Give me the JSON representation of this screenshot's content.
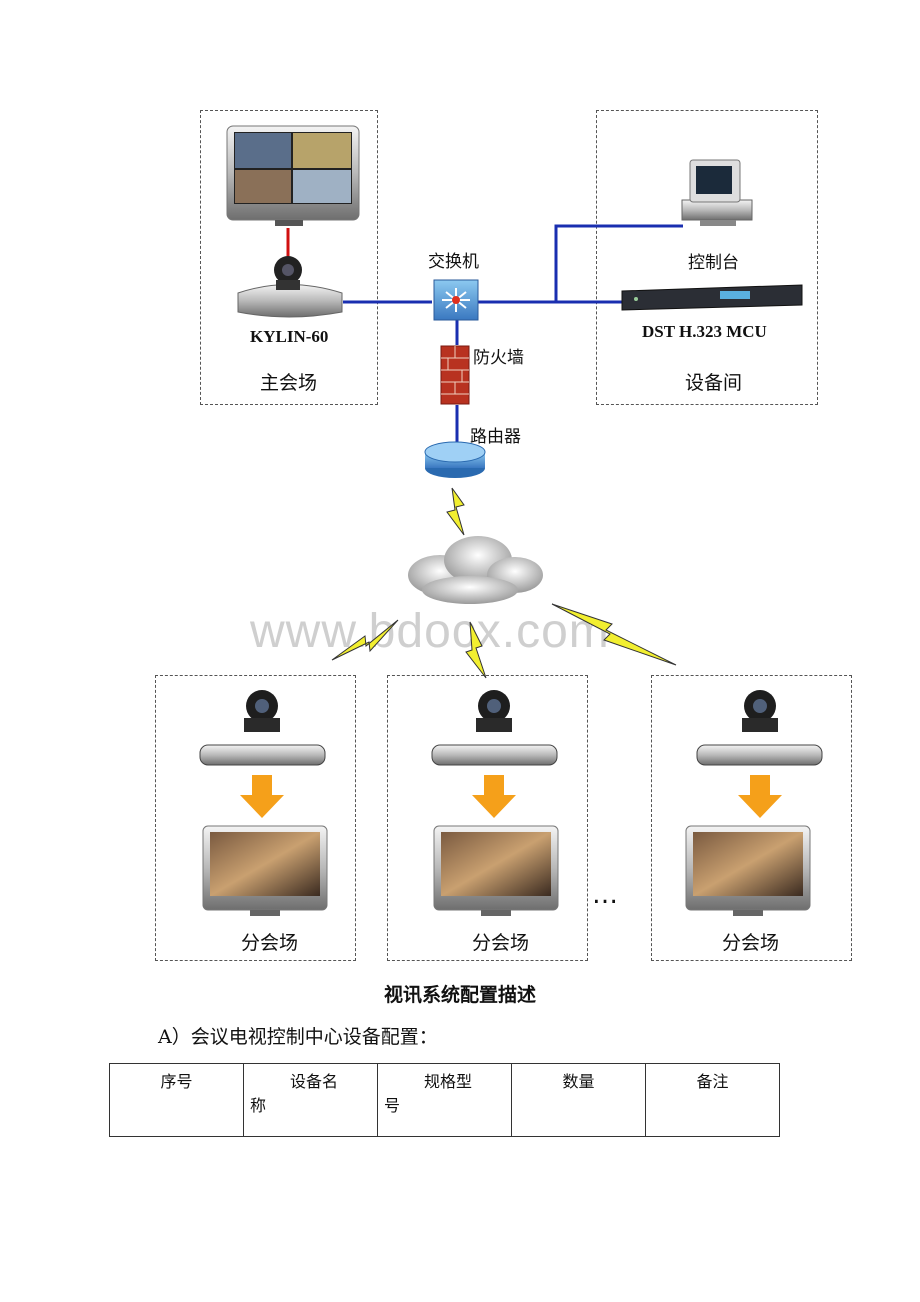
{
  "diagram": {
    "main_site": {
      "device_label": "KYLIN-60",
      "zone_label": "主会场"
    },
    "switch_label": "交换机",
    "firewall_label": "防火墙",
    "router_label": "路由器",
    "equipment_room": {
      "console_label": "控制台",
      "mcu_label": "DST H.323 MCU",
      "zone_label": "设备间"
    },
    "branches": [
      {
        "zone_label": "分会场"
      },
      {
        "zone_label": "分会场"
      },
      {
        "zone_label": "分会场"
      }
    ],
    "ellipsis": "…",
    "watermark": "www.bdocx.com"
  },
  "caption": "视讯系统配置描述",
  "section_heading": "A）会议电视控制中心设备配置：",
  "table": {
    "headers": [
      {
        "line1": "序号",
        "line2": ""
      },
      {
        "line1": "设备名",
        "line2": "称"
      },
      {
        "line1": "规格型",
        "line2": "号"
      },
      {
        "line1": "数量",
        "line2": ""
      },
      {
        "line1": "备注",
        "line2": ""
      }
    ]
  },
  "colors": {
    "network_line": "#1a2fb0",
    "video_link": "#d01010",
    "arrow": "#f5a01a",
    "lightning": "#f2ef30"
  }
}
